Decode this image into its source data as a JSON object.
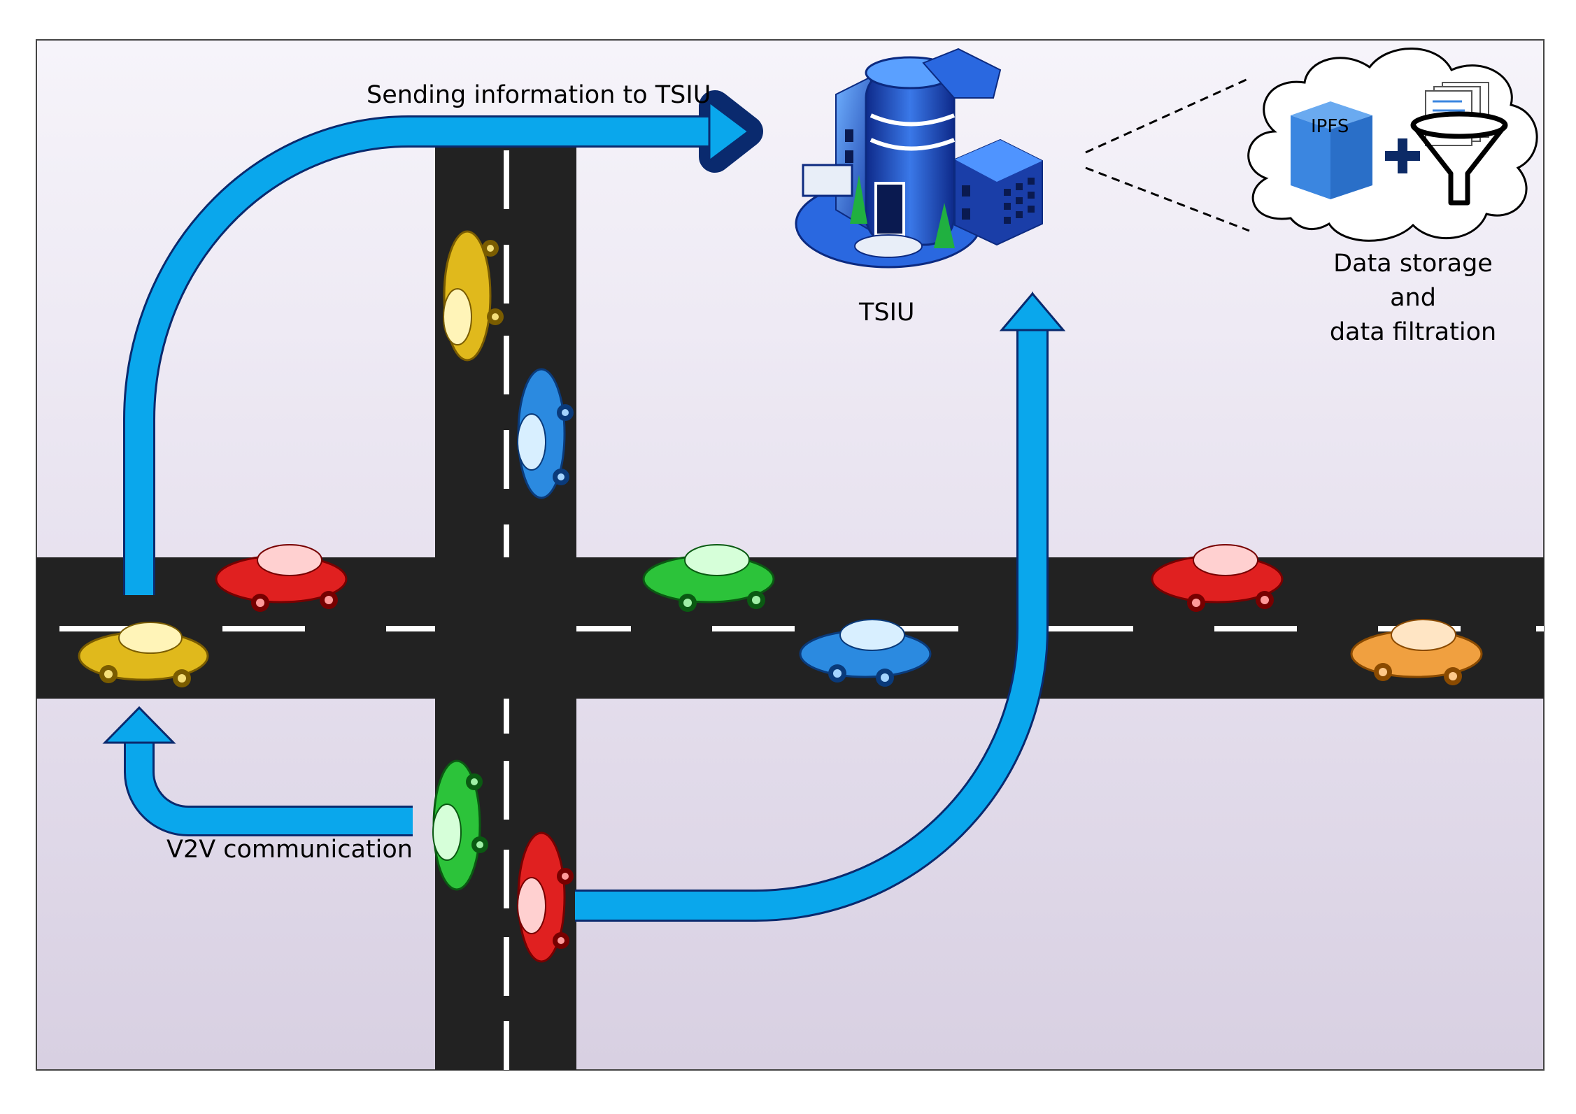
{
  "labels": {
    "sending": "Sending information to TSIU",
    "tsiu": "TSIU",
    "storage_line1": "Data storage",
    "storage_line2": "and",
    "storage_line3": "data filtration",
    "v2v": "V2V communication",
    "ipfs": "IPFS"
  },
  "colors": {
    "arrow": "#0aa7ec",
    "arrow_outline": "#0a2a6e",
    "road": "#222222",
    "lane_mark": "#ffffff",
    "building": "#2f6fd8",
    "ipfs_cube": "#3b86e0",
    "plus": "#0c2a66"
  }
}
